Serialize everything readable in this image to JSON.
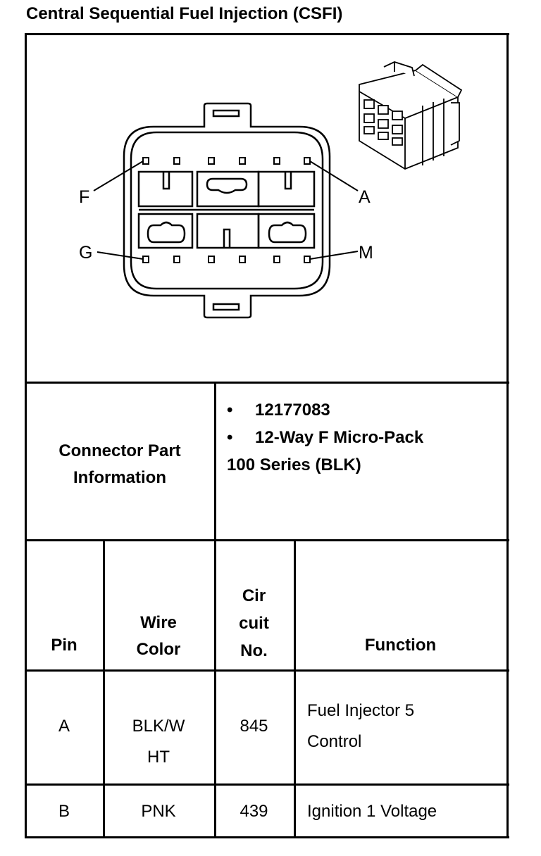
{
  "title": "Central Sequential Fuel Injection (CSFI)",
  "diagram": {
    "pin_labels": {
      "top_left": "F",
      "top_right": "A",
      "bottom_left": "G",
      "bottom_right": "M"
    }
  },
  "connector_info": {
    "label_line1": "Connector Part",
    "label_line2": "Information",
    "part_number": "12177083",
    "description_line1": "12-Way F Micro-Pack",
    "description_line2": "100 Series (BLK)"
  },
  "table": {
    "headers": {
      "pin": "Pin",
      "wire_color_line1": "Wire",
      "wire_color_line2": "Color",
      "circuit_line1": "Cir",
      "circuit_line2": "cuit",
      "circuit_line3": "No.",
      "function": "Function"
    },
    "rows": [
      {
        "pin": "A",
        "wire_color_line1": "BLK/W",
        "wire_color_line2": "HT",
        "circuit": "845",
        "function_line1": "Fuel Injector 5",
        "function_line2": "Control"
      },
      {
        "pin": "B",
        "wire_color_line1": "PNK",
        "wire_color_line2": "",
        "circuit": "439",
        "function_line1": "Ignition 1 Voltage",
        "function_line2": ""
      }
    ]
  }
}
